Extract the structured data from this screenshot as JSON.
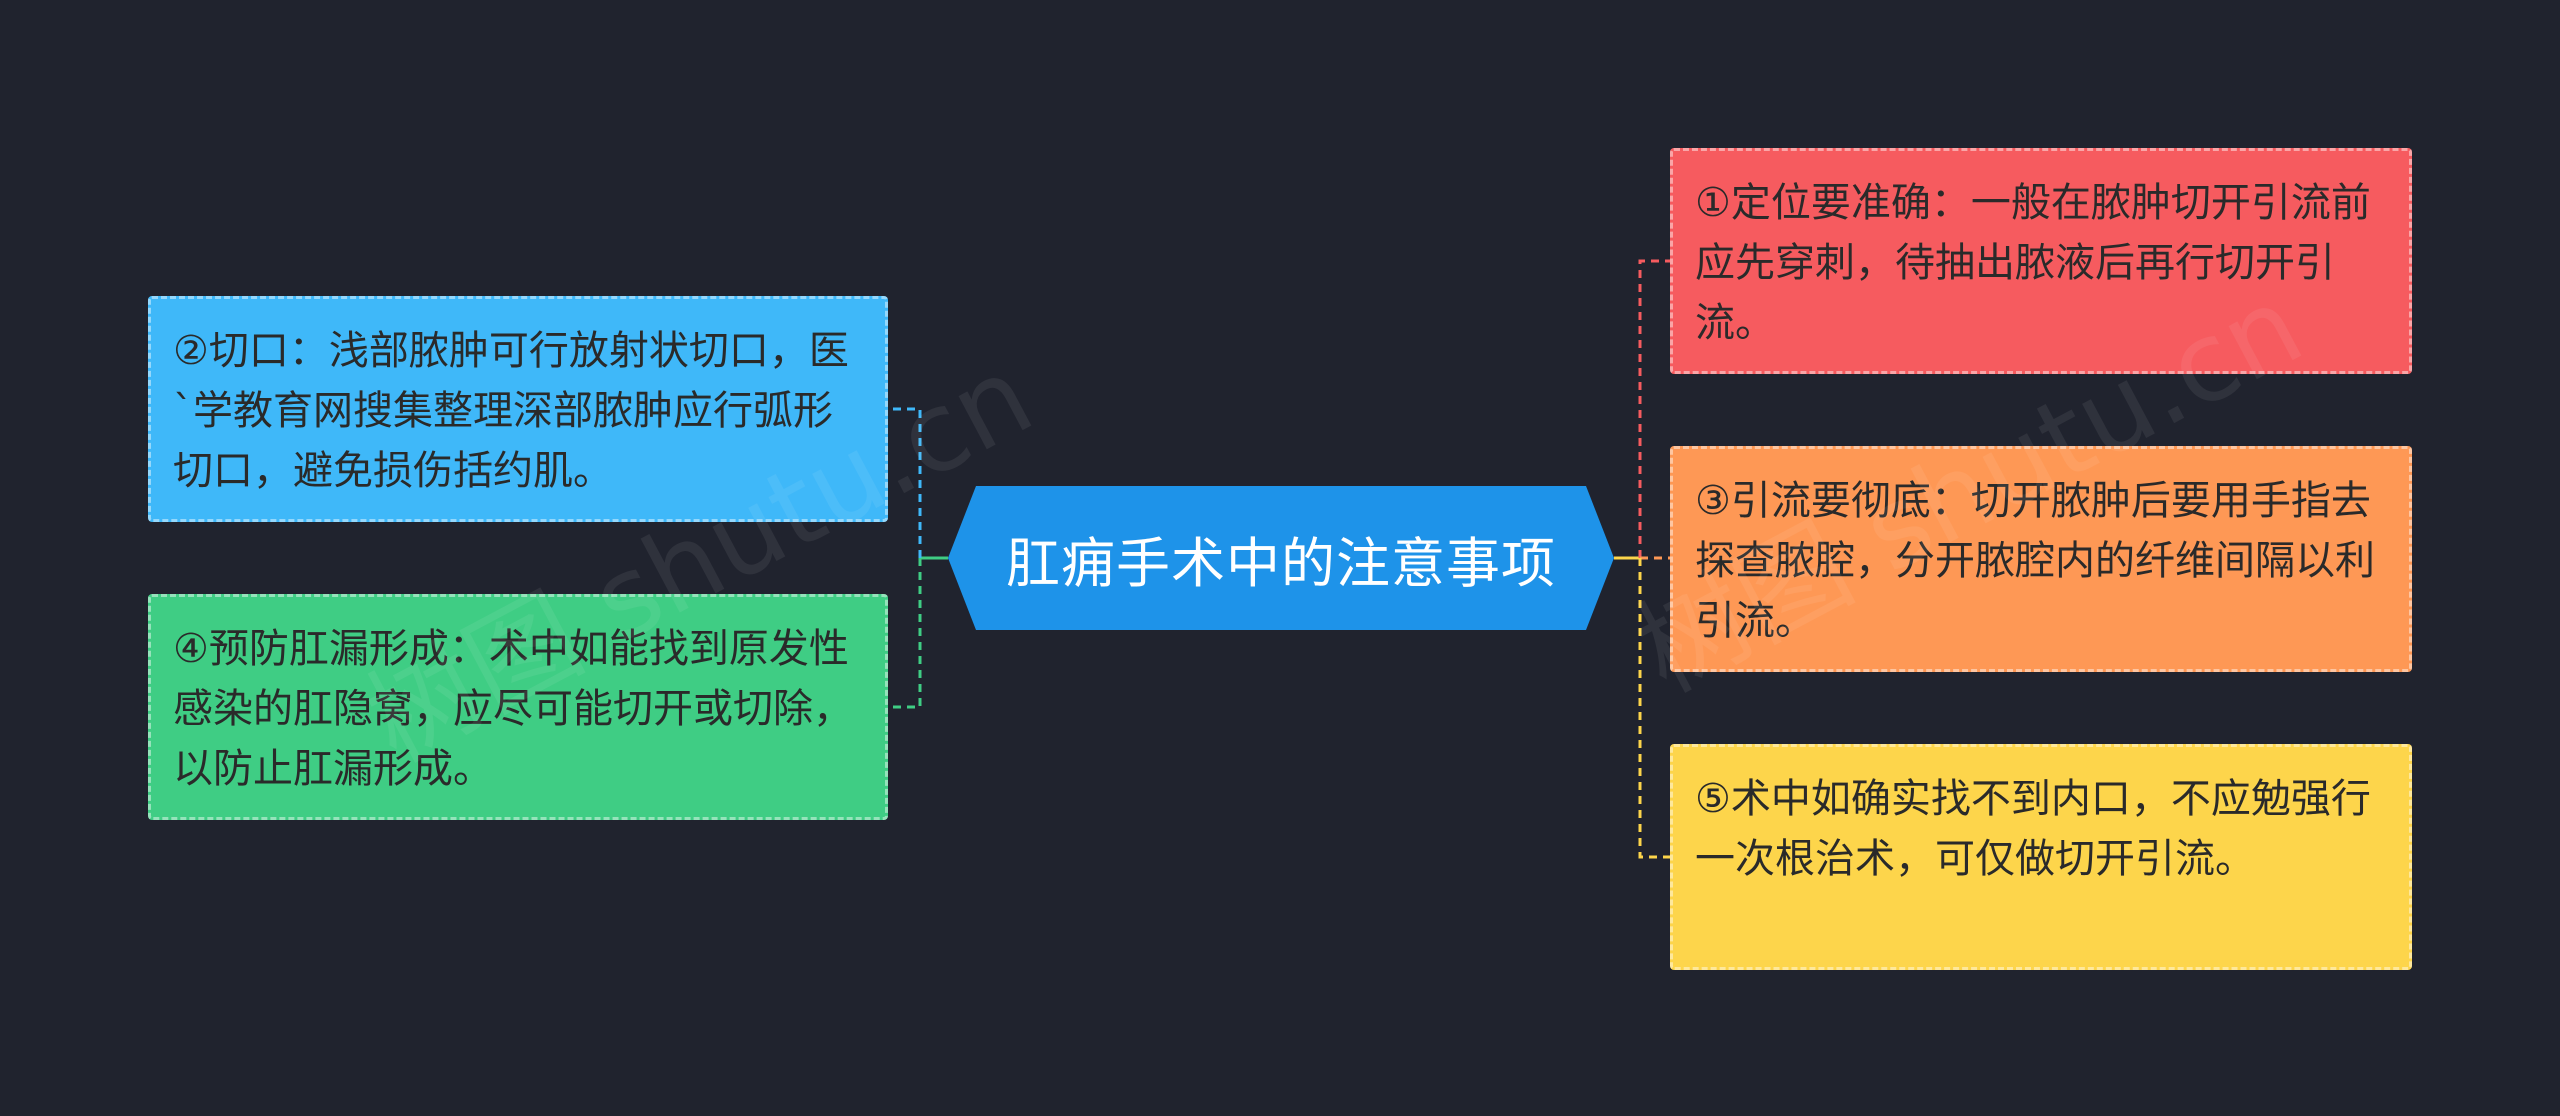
{
  "central": {
    "title": "肛痈手术中的注意事项",
    "color": "#1e93e9"
  },
  "branches": {
    "left": [
      {
        "text": "②切口：浅部脓肿可行放射状切口，医`学教育网搜集整理深部脓肿应行弧形切口，避免损伤括约肌。",
        "color": "#3fb8f9"
      },
      {
        "text": "④预防肛漏形成：术中如能找到原发性感染的肛隐窝，应尽可能切开或切除，以防止肛漏形成。",
        "color": "#3fcd84"
      }
    ],
    "right": [
      {
        "text": "①定位要准确：一般在脓肿切开引流前应先穿刺，待抽出脓液后再行切开引流。",
        "color": "#f65b5f"
      },
      {
        "text": "③引流要彻底：切开脓肿后要用手指去探查脓腔，分开脓腔内的纤维间隔以利引流。",
        "color": "#fe9855"
      },
      {
        "text": "⑤术中如确实找不到内口，不应勉强行一次根治术，可仅做切开引流。",
        "color": "#fdd54b"
      }
    ]
  },
  "watermark": {
    "text": "树图 shutu.cn"
  },
  "colors": {
    "background": "#20232e"
  }
}
